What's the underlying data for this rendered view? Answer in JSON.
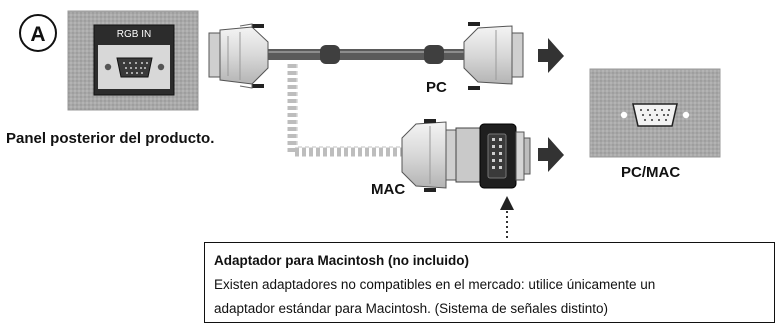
{
  "circle_label": "A",
  "panel_label": "RGB IN",
  "panel_caption": "Panel posterior del producto.",
  "pc_label": "PC",
  "mac_label": "MAC",
  "pcmac_label": "PC/MAC",
  "note": {
    "title": "Adaptador para Macintosh (no incluido)",
    "line1": "Existen adaptadores no compatibles en el mercado: utilice únicamente un",
    "line2": "adaptador estándar para Macintosh. (Sistema de señales distinto)"
  },
  "colors": {
    "panel_gray": "#a6a6a6",
    "panel_dark": "#2a2a2a",
    "cable_dark": "#555555",
    "cable_light": "#b9b9b9",
    "connector": "#e2e2e2",
    "arrow": "#333333"
  }
}
